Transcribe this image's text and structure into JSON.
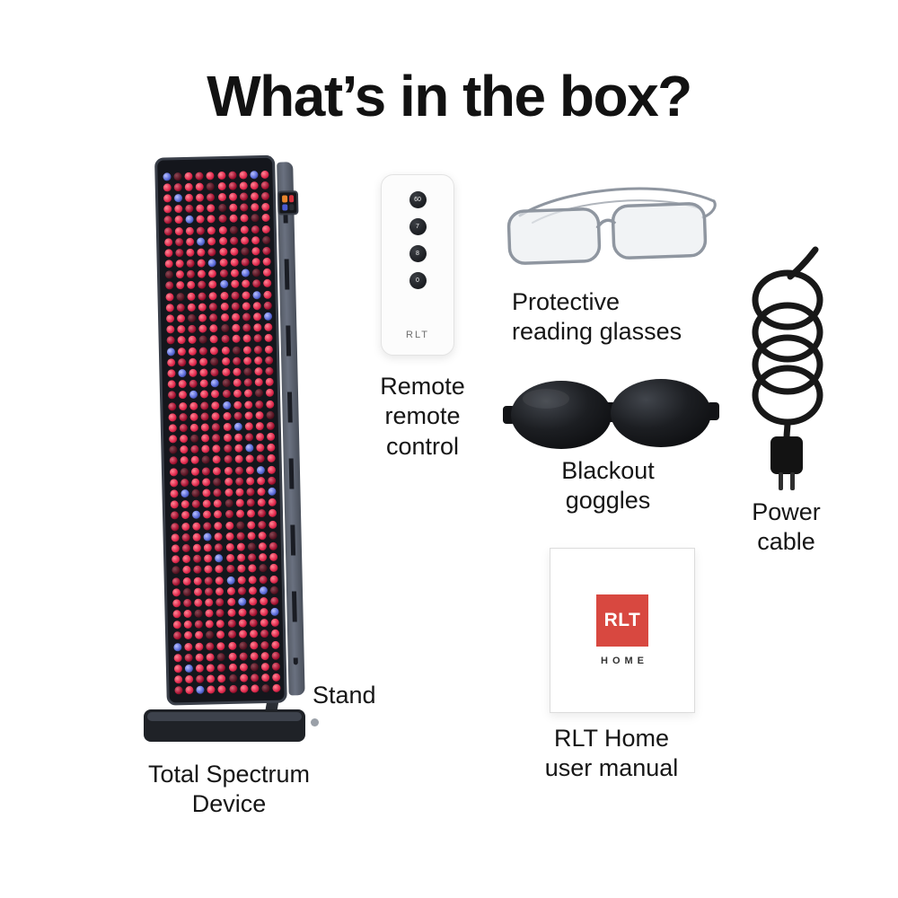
{
  "title": "What’s in the box?",
  "device": {
    "stand_label": "Stand",
    "label_line1": "Total Spectrum",
    "label_line2": "Device"
  },
  "remote": {
    "brand": "RLT",
    "buttons": [
      "60",
      "7",
      "8",
      "0"
    ],
    "label_line1": "Remote",
    "label_line2": "remote",
    "label_line3": "control"
  },
  "glasses": {
    "label_line1": "Protective",
    "label_line2": "reading glasses"
  },
  "goggles": {
    "label_line1": "Blackout",
    "label_line2": "goggles"
  },
  "cable": {
    "label_line1": "Power",
    "label_line2": "cable"
  },
  "manual": {
    "logo_text": "RLT",
    "logo_subtext": "HOME",
    "label_line1": "RLT Home",
    "label_line2": "user manual"
  },
  "colors": {
    "led_red": "#e22a4e",
    "led_blue": "#5a6ad9",
    "logo_red": "#d84840"
  }
}
